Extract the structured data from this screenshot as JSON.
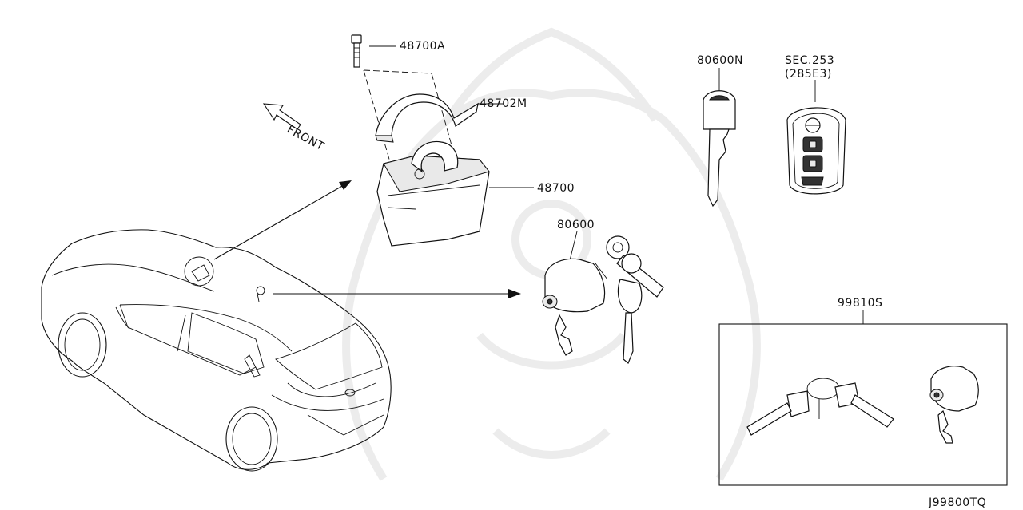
{
  "diagram_id": "J99800TQ",
  "orientation_label": "FRONT",
  "callouts": {
    "p48700A": "48700A",
    "p48702M": "48702M",
    "p48700": "48700",
    "p80600": "80600",
    "p80600N": "80600N",
    "sec_ref_line1": "SEC.253",
    "sec_ref_line2": "(285E3)",
    "p99810S": "99810S"
  },
  "colors": {
    "line": "#111111",
    "background": "#ffffff",
    "watermark": "#ececec"
  }
}
